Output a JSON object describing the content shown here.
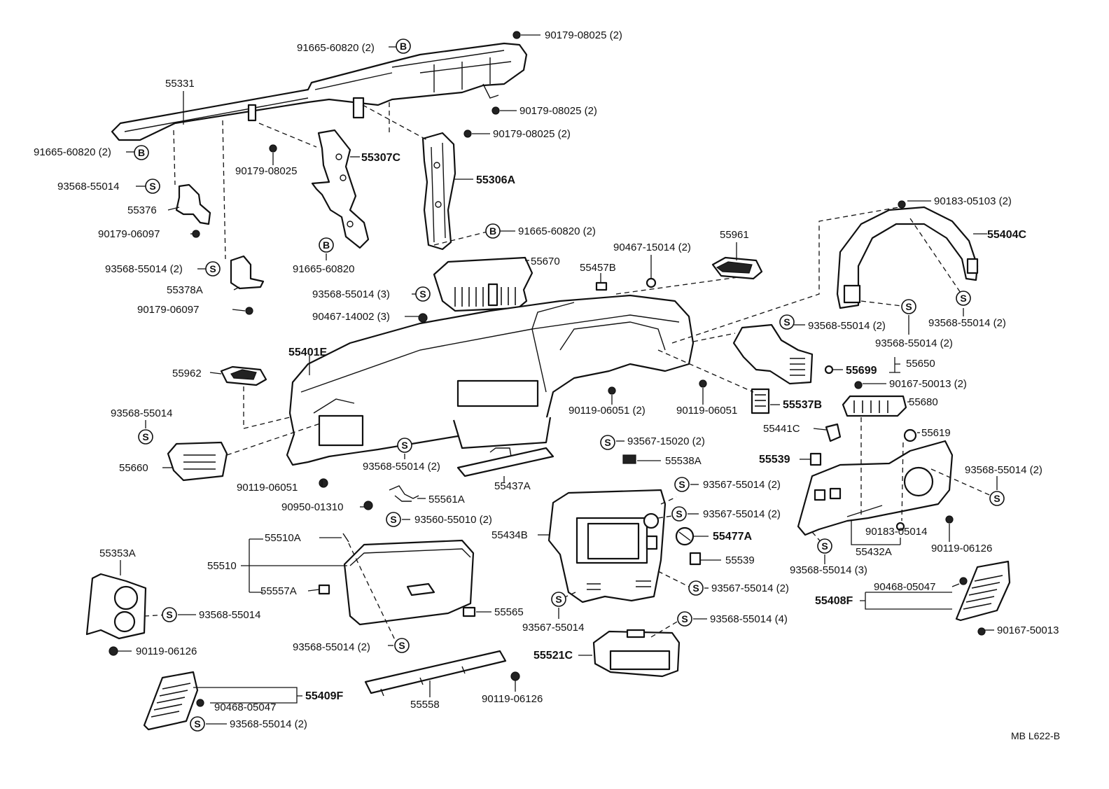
{
  "diagram": {
    "code": "MB L622-B",
    "circle_letters": {
      "s": "S",
      "b": "B"
    },
    "labels": {
      "p91665_60820_2_top": "91665-60820 (2)",
      "p90179_08025_2_a": "90179-08025 (2)",
      "p55331": "55331",
      "p90179_08025_2_b": "90179-08025 (2)",
      "p90179_08025_2_c": "90179-08025 (2)",
      "p91665_60820_2_left": "91665-60820 (2)",
      "p90179_08025": "90179-08025",
      "p55307C": "55307C",
      "p55306A": "55306A",
      "p93568_55014_a": "93568-55014",
      "p55376": "55376",
      "p90179_06097_a": "90179-06097",
      "p91665_60820_2_right": "91665-60820 (2)",
      "p91665_60820": "91665-60820",
      "p90183_05103_2": "90183-05103 (2)",
      "p55404C": "55404C",
      "p93568_55014_2_a": "93568-55014 (2)",
      "p55378A": "55378A",
      "p90179_06097_b": "90179-06097",
      "p55670": "55670",
      "p55457B": "55457B",
      "p90467_15014_2": "90467-15014 (2)",
      "p55961": "55961",
      "p93568_55014_3_a": "93568-55014 (3)",
      "p90467_14002_3": "90467-14002 (3)",
      "p93568_55014_2_b": "93568-55014 (2)",
      "p93568_55014_2_c": "93568-55014 (2)",
      "p93568_55014_2_d": "93568-55014 (2)",
      "p55401E": "55401E",
      "p55699": "55699",
      "p55650": "55650",
      "p55962": "55962",
      "p90167_50013_2": "90167-50013 (2)",
      "p90119_06051_2": "90119-06051 (2)",
      "p90119_06051_a": "90119-06051",
      "p55537B": "55537B",
      "p55680": "55680",
      "p93568_55014_b": "93568-55014",
      "p55441C": "55441C",
      "p55619": "55619",
      "p93567_15020_2": "93567-15020 (2)",
      "p55539_a": "55539",
      "p93568_55014_2_e": "93568-55014 (2)",
      "p55538A": "55538A",
      "p55660": "55660",
      "p93568_55014_2_f": "93568-55014 (2)",
      "p55437A": "55437A",
      "p93567_55014_2_a": "93567-55014 (2)",
      "p90119_06051_b": "90119-06051",
      "p55561A": "55561A",
      "p90950_01310": "90950-01310",
      "p93567_55014_2_b": "93567-55014 (2)",
      "p93560_55010_2": "93560-55010 (2)",
      "p90183_05014": "90183-05014",
      "p55510A": "55510A",
      "p55434B": "55434B",
      "p55477A": "55477A",
      "p90119_06126_a": "90119-06126",
      "p55353A": "55353A",
      "p55432A": "55432A",
      "p55539_b": "55539",
      "p55510": "55510",
      "p93568_55014_3_b": "93568-55014 (3)",
      "p90468_05047_a": "90468-05047",
      "p55557A": "55557A",
      "p93567_55014_2_c": "93567-55014 (2)",
      "p55408F": "55408F",
      "p55565": "55565",
      "p93568_55014_c": "93568-55014",
      "p93567_55014": "93567-55014",
      "p93568_55014_4": "93568-55014 (4)",
      "p90167_50013": "90167-50013",
      "p90119_06126_b": "90119-06126",
      "p93568_55014_2_g": "93568-55014 (2)",
      "p55521C": "55521C",
      "p55409F": "55409F",
      "p90468_05047_b": "90468-05047",
      "p90119_06126_c": "90119-06126",
      "p55558": "55558",
      "p93568_55014_2_h": "93568-55014 (2)"
    }
  }
}
